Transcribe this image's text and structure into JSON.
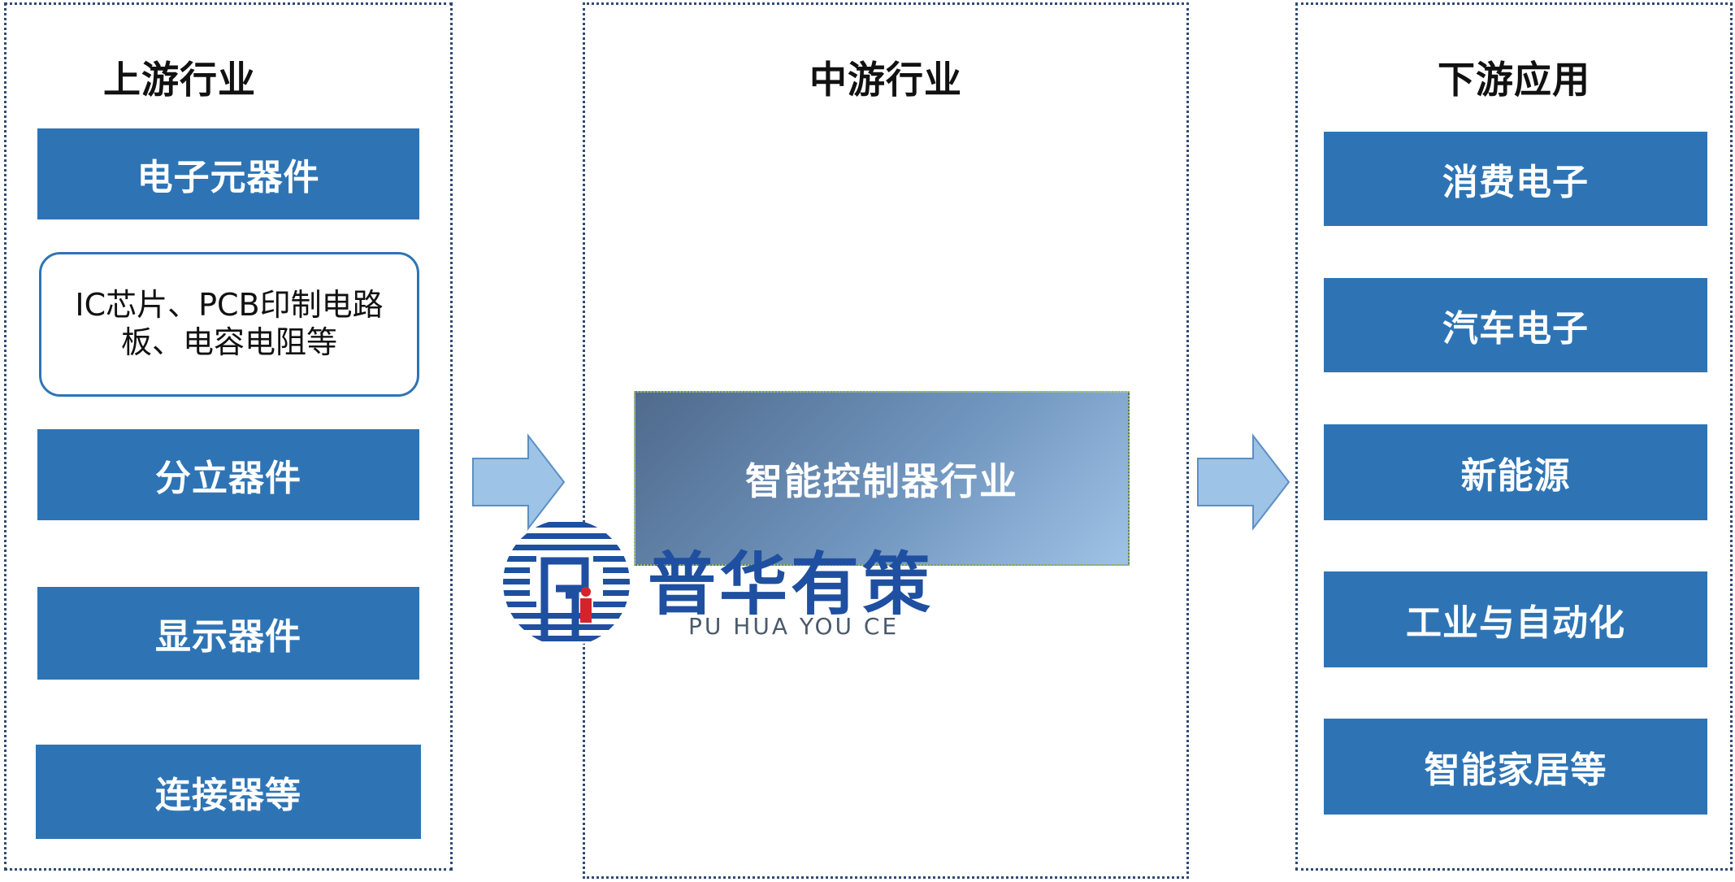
{
  "upstream": {
    "title": "上游行业",
    "items": [
      "电子元器件",
      "IC芯片、PCB印制电路板、电容电阻等",
      "分立器件",
      "显示器件",
      "连接器等"
    ]
  },
  "midstream": {
    "title": "中游行业",
    "core": "智能控制器行业"
  },
  "downstream": {
    "title": "下游应用",
    "items": [
      "消费电子",
      "汽车电子",
      "新能源",
      "工业与自动化",
      "智能家居等"
    ]
  },
  "watermark": {
    "name": "普华有策",
    "pinyin": "PU HUA YOU CE"
  },
  "colors": {
    "box_fill": "#2e74b5",
    "panel_border": "#2f4a74",
    "arrow_fill": "#9dc3e6"
  }
}
